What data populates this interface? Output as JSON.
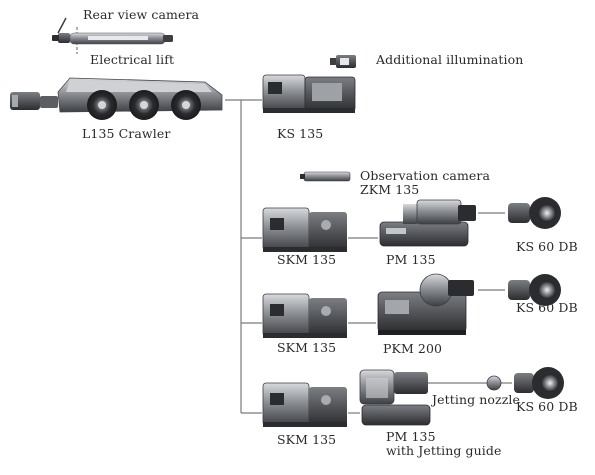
{
  "colors": {
    "line": "#7a7a7a",
    "body_dark": "#3c3e42",
    "body_mid": "#6b6e73",
    "body_light": "#b9bcc0",
    "wheel": "#2b2c2f"
  },
  "labels": {
    "rear_camera": "Rear view camera",
    "electrical_lift": "Electrical lift",
    "crawler": "L135 Crawler",
    "additional_illumination": "Additional illumination",
    "ks135": "KS 135",
    "observation_camera_line1": "Observation camera",
    "observation_camera_line2": "ZKM 135",
    "skm135_a": "SKM 135",
    "pm135_a": "PM 135",
    "ks60db_a": "KS 60 DB",
    "skm135_b": "SKM 135",
    "pkm200": "PKM 200",
    "ks60db_b": "KS 60 DB",
    "skm135_c": "SKM 135",
    "pm135_c_line1": "PM 135",
    "pm135_c_line2": "with Jetting guide",
    "jetting_nozzle": "Jetting nozzle",
    "ks60db_c": "KS 60 DB"
  },
  "icons": [
    "crawler-icon",
    "rear-camera-icon",
    "lift-icon",
    "ks135-module-icon",
    "illumination-icon",
    "observation-camera-icon",
    "skm135-module-icon",
    "pm135-module-icon",
    "pkm200-module-icon",
    "ks60db-camera-icon",
    "jetting-nozzle-icon"
  ]
}
